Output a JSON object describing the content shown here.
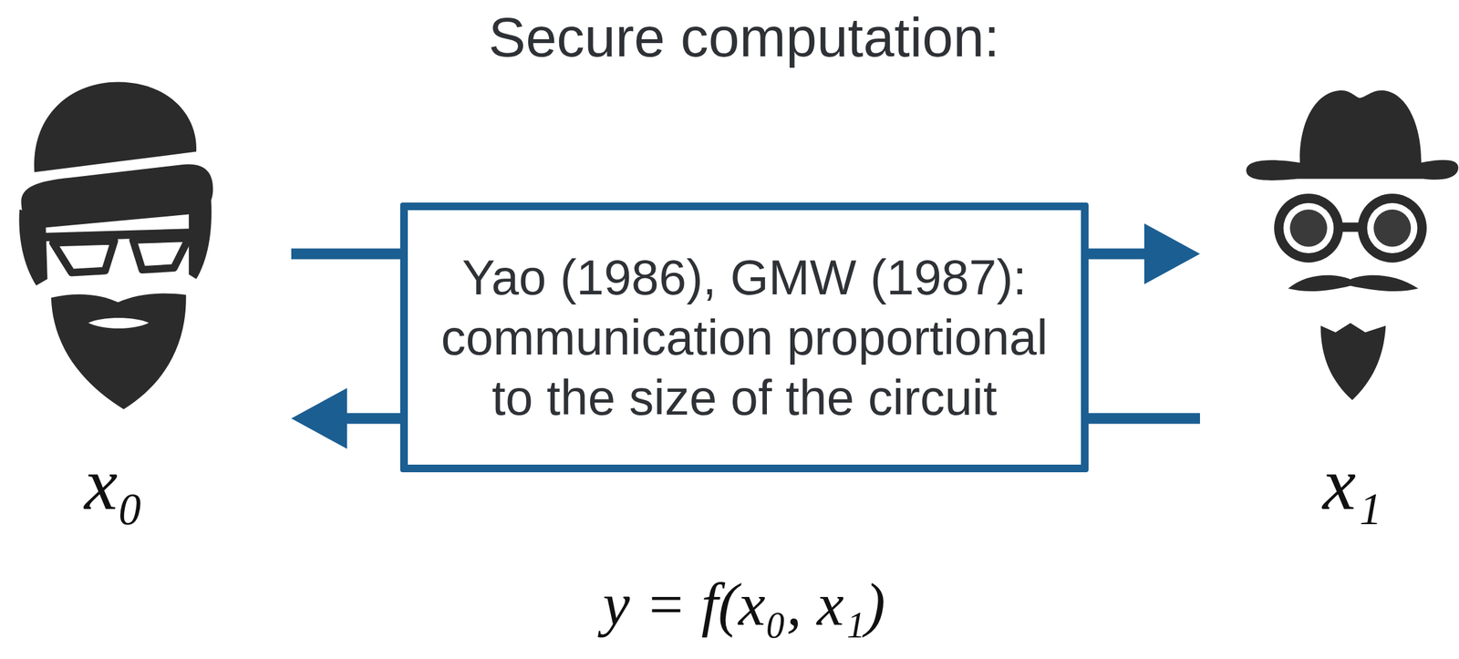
{
  "diagram": {
    "title": "Secure computation:",
    "nodes": [
      {
        "text": [
          "x₀"
        ]
      },
      {
        "text": [
          "Yao (1986), GMW (1987): communication proportional to the size of the circuit"
        ]
      },
      {
        "text": [
          "x₁"
        ]
      }
    ],
    "edges": [
      {
        "from": 0,
        "to": 1,
        "arrow": "none"
      },
      {
        "from": 1,
        "to": 2,
        "arrow": "to"
      },
      {
        "from": 2,
        "to": 1,
        "arrow": "none"
      },
      {
        "from": 1,
        "to": 0,
        "arrow": "to"
      }
    ],
    "labels": [
      "y = f(x₀, x₁)"
    ]
  }
}
